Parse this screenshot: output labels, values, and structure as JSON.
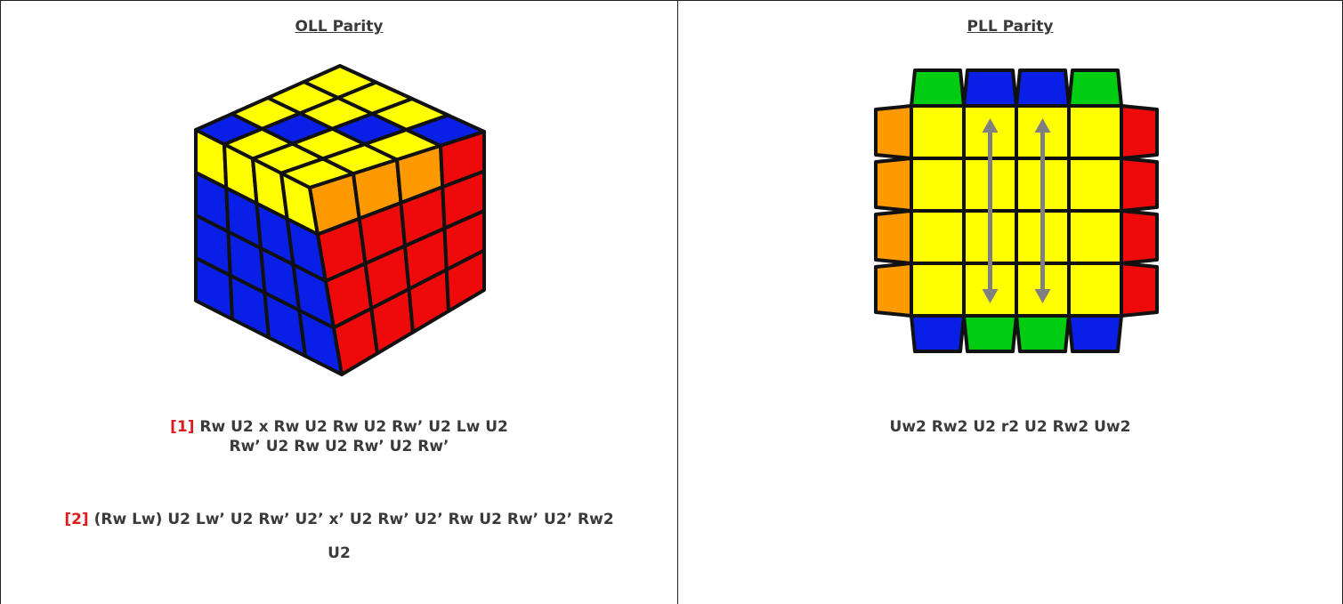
{
  "colors": {
    "yellow": "#ffff00",
    "blue": "#0a1fe6",
    "red": "#ee0a0a",
    "orange": "#ff9900",
    "green": "#00cc11",
    "arrow": "#808080",
    "number_red": "#e01b1b"
  },
  "oll": {
    "title": "OLL Parity",
    "image": "oll-parity-4x4-cube",
    "alg1": {
      "number": "[1]",
      "line1": "Rw U2 x Rw U2 Rw U2 Rw’ U2 Lw U2",
      "line2": "Rw’ U2 Rw U2 Rw’ U2 Rw’"
    },
    "alg2": {
      "number": "[2]",
      "line1": "(Rw Lw) U2 Lw’ U2 Rw’ U2’ x’ U2 Rw’ U2’ Rw U2 Rw’ U2’ Rw2",
      "line2": "U2"
    }
  },
  "pll": {
    "title": "PLL Parity",
    "image": "pll-parity-top-view",
    "alg": "Uw2 Rw2 U2 r2 U2 Rw2 Uw2"
  }
}
